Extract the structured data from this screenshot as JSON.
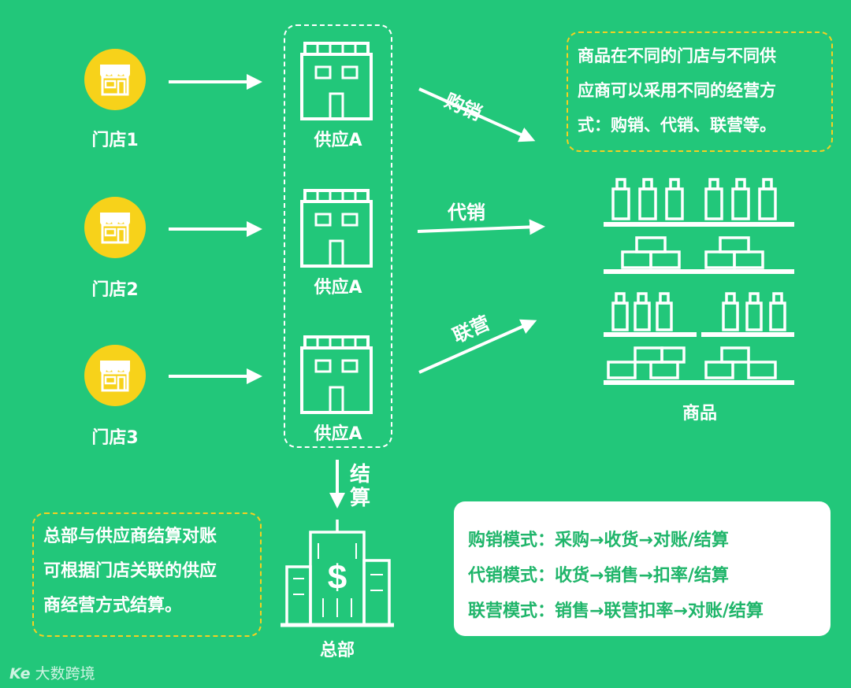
{
  "stores": [
    {
      "label": "门店1"
    },
    {
      "label": "门店2"
    },
    {
      "label": "门店3"
    }
  ],
  "suppliers": [
    {
      "label": "供应A"
    },
    {
      "label": "供应A"
    },
    {
      "label": "供应A"
    }
  ],
  "modes": {
    "purchase": "购销",
    "consign": "代销",
    "joint": "联营"
  },
  "goods_note": "商品在不同的门店与不同供\n应商可以采用不同的经营方\n式：购销、代销、联营等。",
  "goods_label": "商品",
  "settle_label": "结\n算",
  "hq_label": "总部",
  "hq_note": "总部与供应商结算对账\n可根据门店关联的供应\n商经营方式结算。",
  "mode_flows": [
    "购销模式：采购→收货→对账/结算",
    "代销模式：收货→销售→扣率/结算",
    "联营模式：销售→联营扣率→对账/结算"
  ],
  "watermark": {
    "logo": "Ke",
    "text": "大数跨境"
  },
  "colors": {
    "background": "#22c77a",
    "store_circle": "#f7d21a",
    "note_border": "#f5d020",
    "flow_text": "#1fb56a"
  }
}
